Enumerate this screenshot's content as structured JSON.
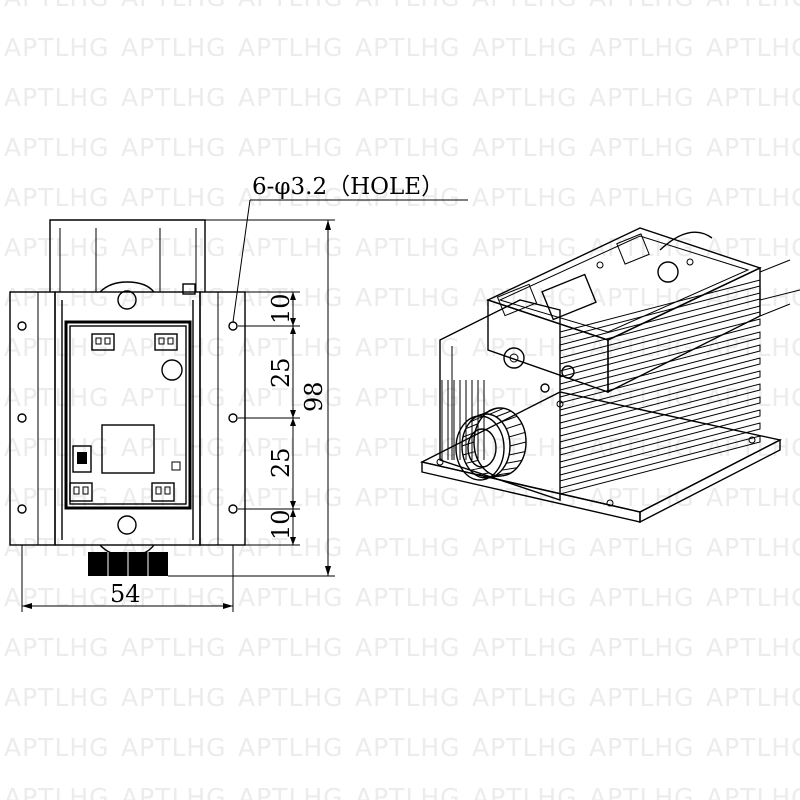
{
  "watermark": {
    "text": "APTLHG",
    "color": "#ececec"
  },
  "drawing": {
    "hole_note": "6-φ3.2（HOLE）",
    "dim_width": "54",
    "dim_height": "98",
    "dim_top_offset": "10",
    "dim_pitch_upper": "25",
    "dim_pitch_lower": "25",
    "dim_bottom_offset": "10"
  }
}
